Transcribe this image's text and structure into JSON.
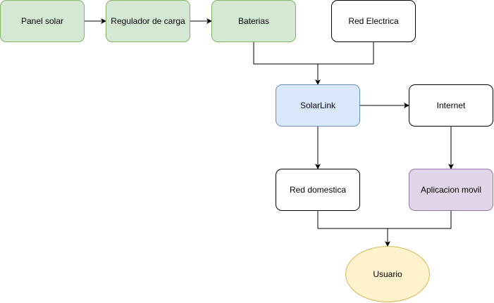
{
  "nodes": {
    "panel_solar": "Panel solar",
    "regulador": "Regulador de carga",
    "baterias": "Baterias",
    "red_electrica": "Red Electrica",
    "solarlink": "SolarLink",
    "internet": "Internet",
    "red_domestica": "Red domestica",
    "aplicacion_movil": "Aplicacion movil",
    "usuario": "Usuario"
  },
  "colors": {
    "green_fill": "#d5e8d4",
    "green_stroke": "#82b366",
    "blue_fill": "#dae8fc",
    "blue_stroke": "#6c8ebf",
    "purple_fill": "#e1d5e7",
    "purple_stroke": "#9673a6",
    "yellow_fill": "#fff2cc",
    "yellow_stroke": "#d6b656"
  }
}
